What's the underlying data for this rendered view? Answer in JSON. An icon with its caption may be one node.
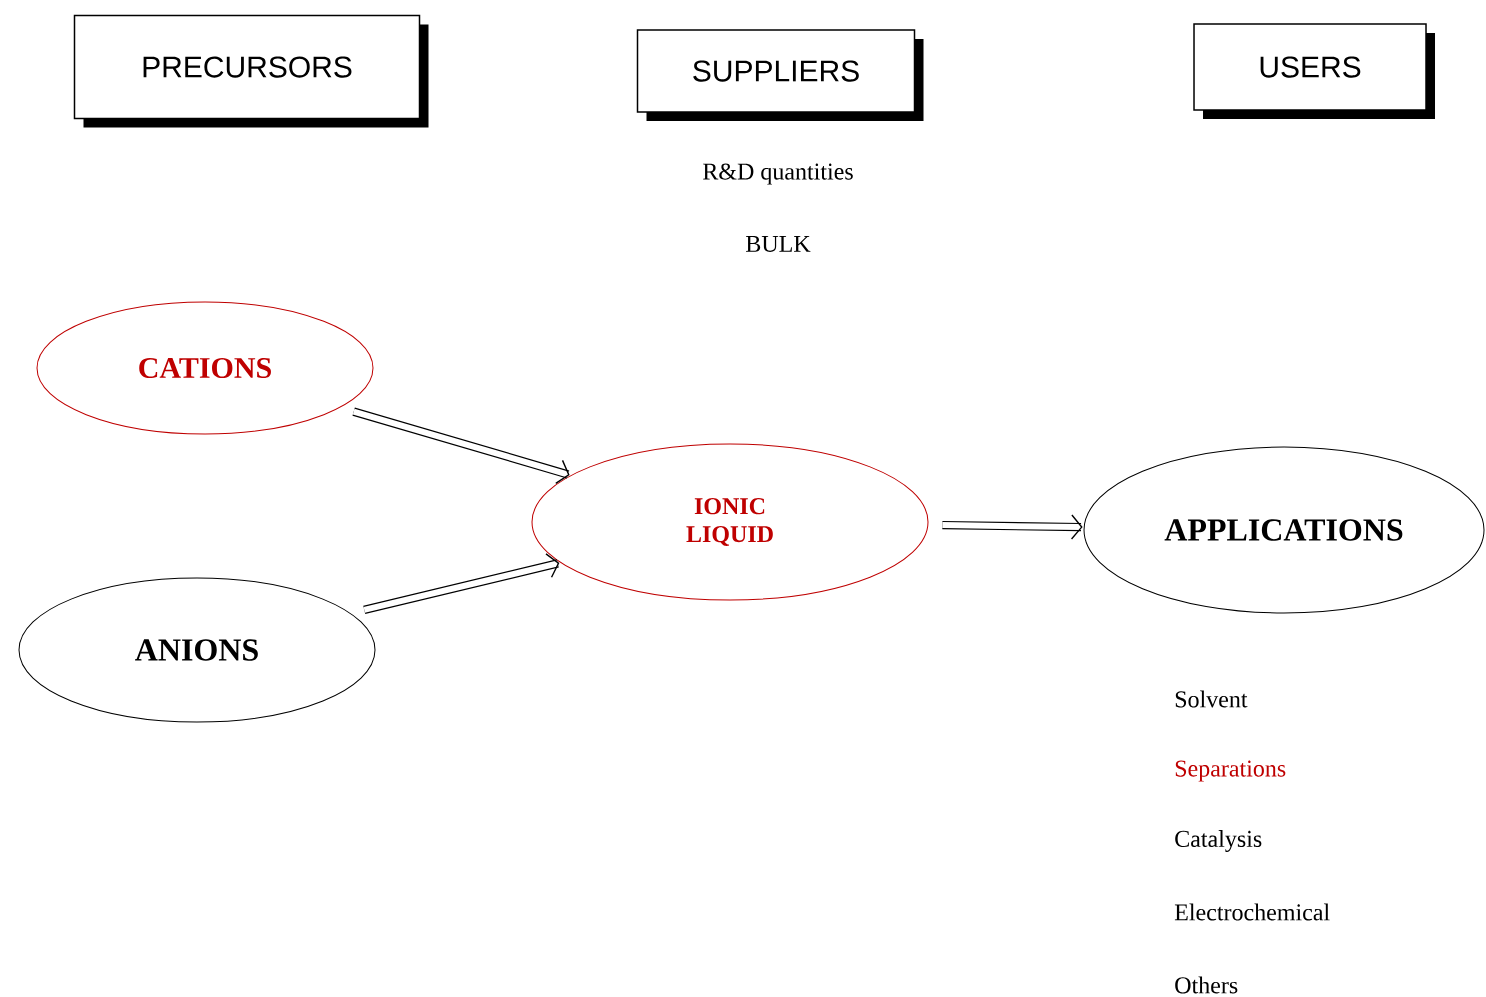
{
  "diagram": {
    "nodes": [
      {
        "text": [
          "PRECURSORS"
        ]
      },
      {
        "text": [
          "SUPPLIERS"
        ]
      },
      {
        "text": [
          "USERS"
        ]
      },
      {
        "text": [
          "CATIONS"
        ]
      },
      {
        "text": [
          "ANIONS"
        ]
      },
      {
        "text": [
          "IONIC LIQUID"
        ]
      },
      {
        "text": [
          "APPLICATIONS"
        ]
      }
    ],
    "edges": [
      {
        "from": 3,
        "to": 5,
        "arrow": "to"
      },
      {
        "from": 4,
        "to": 5,
        "arrow": "to"
      },
      {
        "from": 5,
        "to": 6,
        "arrow": "to"
      }
    ],
    "labels": [
      "R&D quantities",
      "BULK",
      "Solvent",
      "Separations",
      "Catalysis",
      "Electrochemical",
      "Others"
    ]
  }
}
